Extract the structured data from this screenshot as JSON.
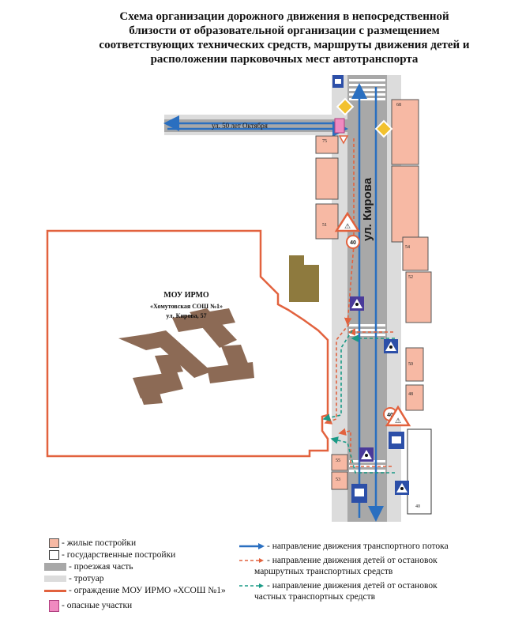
{
  "title_lines": [
    "Схема организации дорожного движения в непосредственной",
    "близости от образовательной организации с размещением",
    "соответствующих технических средств, маршруты движения детей и",
    "расположении парковочных мест автотранспорта"
  ],
  "map": {
    "street_horizontal": "ул. 50 лет Октября",
    "street_vertical": "ул. Кирова",
    "school_name": "МОУ ИРМО",
    "school_fullname": "«Хомутовская СОШ №1»",
    "school_address": "ул. Кирова, 57",
    "house_numbers": {
      "h68": "68",
      "h75": "75",
      "h51": "51",
      "h54": "54",
      "h52": "52",
      "h50": "50",
      "h48": "48",
      "h55": "55",
      "h53": "53",
      "h40": "40"
    },
    "speed_limit": "40",
    "colors": {
      "residential": "#f7b9a4",
      "school_building": "#8c6a55",
      "gov_building": "#8e7a3e",
      "road": "#a8a8a8",
      "sidewalk": "#d9d9d9",
      "fence": "#e2623e",
      "traffic_arrow": "#2a6fc0",
      "route_bus": "#e2623e",
      "route_private": "#1a9a86",
      "danger": "#f08ac0",
      "sign_blue": "#2c4fa8",
      "sign_purple": "#4a3a9a",
      "sign_yellow": "#f2c12e"
    },
    "icons": [
      "pedestrian-crossing-sign",
      "children-warning-sign",
      "priority-road-sign",
      "bus-stop-sign",
      "speed-limit-sign"
    ]
  },
  "legend": {
    "residential": "- жилые постройки",
    "gov": "- государственные постройки",
    "road": "- проезжая часть",
    "sidewalk": "- тротуар",
    "fence": "- ограждение МОУ ИРМО «ХСОШ №1»",
    "danger": "- опасные участки",
    "traffic": "- направление движения транспортного потока",
    "bus_route_1": "- направление движения детей от остановок",
    "bus_route_2": "маршрутных транспортных средств",
    "private_route_1": "- направление движения детей от остановок",
    "private_route_2": "частных транспортных средств"
  }
}
